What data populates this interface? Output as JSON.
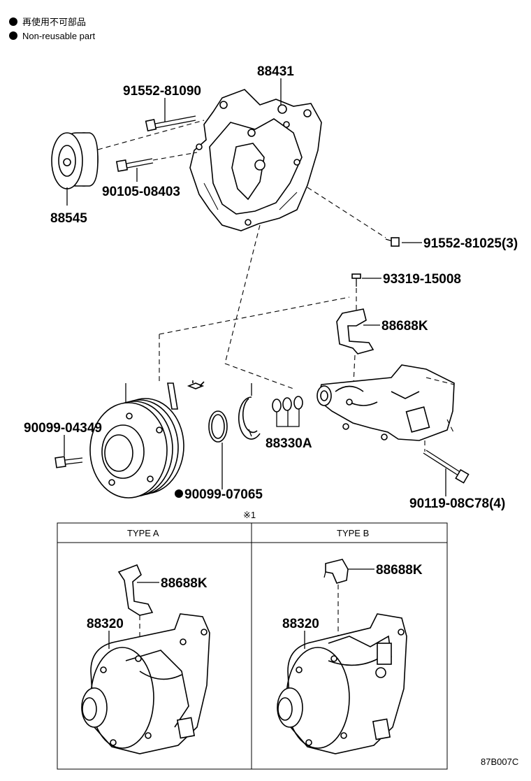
{
  "legend": {
    "jp": "再使用不可部品",
    "en": "Non-reusable part"
  },
  "labels": {
    "bracket": "88431",
    "bolt_top": "91552-81090",
    "idler_bolt": "90105-08403",
    "idler_pulley": "88545",
    "bracket_bolts": "91552-81025(3)",
    "bracket_bolt_small": "93319-15008",
    "hose_bracket": "88688K",
    "clutch_bolt": "90099-04349",
    "snap_ring_nonreusable": "90099-07065",
    "shims": "88330A",
    "compressor_bolts": "90119-08C78(4)",
    "note_mark": "※1",
    "type_a_bracket": "88688K",
    "type_a_compressor": "88320",
    "type_b_bracket": "88688K",
    "type_b_compressor": "88320",
    "figure_code": "87B007C"
  },
  "table": {
    "type_a": "TYPE A",
    "type_b": "TYPE B"
  }
}
